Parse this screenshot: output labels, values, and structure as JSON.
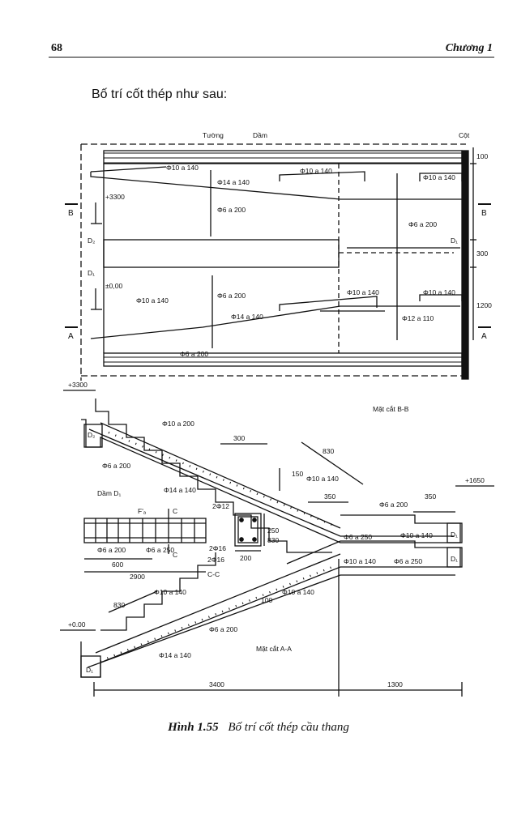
{
  "header": {
    "page_number": "68",
    "chapter": "Chương 1"
  },
  "intro_text": "Bố trí cốt thép như sau:",
  "caption": {
    "number": "Hình 1.55",
    "title": "Bố trí cốt thép cầu thang"
  },
  "plan": {
    "labels": {
      "wall": "Tường",
      "beam": "Dầm",
      "column": "Cột",
      "sec_b_left": "B",
      "sec_b_right": "B",
      "sec_a_left": "A",
      "sec_a_right": "A",
      "d2": "D₂",
      "d1": "D₁",
      "d1_left": "D₁",
      "elev_top": "+3300",
      "elev_bottom": "±0,00",
      "r1": "Φ10 a 140",
      "r2": "Φ14 a 140",
      "r3": "Φ10 a 140",
      "r4": "Φ10 a 140",
      "r5": "Φ6 a 200",
      "r6": "Φ6 a 200",
      "r7": "Φ6 a 200",
      "r8": "Φ10 a 140",
      "r9": "Φ6 a 200",
      "r10": "Φ14 a 140",
      "r11": "Φ10 a 140",
      "r12": "Φ10 a 140",
      "r13": "Φ12 a 110",
      "dim100": "100",
      "dim300": "300",
      "dim1200": "1200"
    }
  },
  "section_bb": {
    "title": "Mặt cắt B-B",
    "labels": {
      "elev_top": "+3300",
      "elev_mid": "+1650",
      "d2": "D₂",
      "d1": "D₁",
      "d1b": "D₁",
      "r1": "Φ10 a 200",
      "r2": "Φ6 a 200",
      "r3": "Φ14 a 140",
      "r4": "Φ10 a 140",
      "r5": "Φ6 a 200",
      "r6": "Φ10 a 140",
      "r7": "Φ6 a 250",
      "dim300": "300",
      "dim150": "150",
      "dim830": "830",
      "dim350a": "350",
      "dim350b": "350",
      "dim830b": "830"
    }
  },
  "beam_detail": {
    "title": "Dầm D₁",
    "labels": {
      "fa": "F'ₐ",
      "c_top": "C",
      "c_bot": "C",
      "s1": "Φ6 a 200",
      "s2": "Φ6 a 250",
      "d600": "600",
      "d2900": "2900",
      "top_bars": "2Φ12",
      "bot_bars1": "2Φ16",
      "bot_bars2": "2Φ16",
      "h250": "250",
      "w200": "200",
      "cc": "C-C"
    }
  },
  "section_aa": {
    "title": "Mặt cắt A-A",
    "labels": {
      "elev": "+0.00",
      "d1": "D₁",
      "d1b": "D₁",
      "r1": "Φ10 a 140",
      "r2": "Φ6 a 200",
      "r3": "Φ14 a 140",
      "r4": "Φ10 a 140",
      "r5": "Φ10 a 140",
      "r6": "Φ6 a 250",
      "dim830": "830",
      "dim100": "100",
      "dim3400": "3400",
      "dim1300": "1300"
    }
  }
}
